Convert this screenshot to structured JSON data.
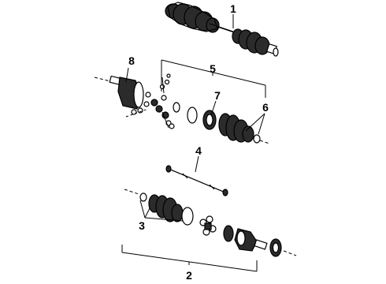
{
  "diagram": {
    "callouts": {
      "c1": "1",
      "c2": "2",
      "c3": "3",
      "c4": "4",
      "c5": "5",
      "c6": "6",
      "c7": "7",
      "c8": "8"
    },
    "colors": {
      "ink": "#000000",
      "background": "#ffffff"
    }
  }
}
